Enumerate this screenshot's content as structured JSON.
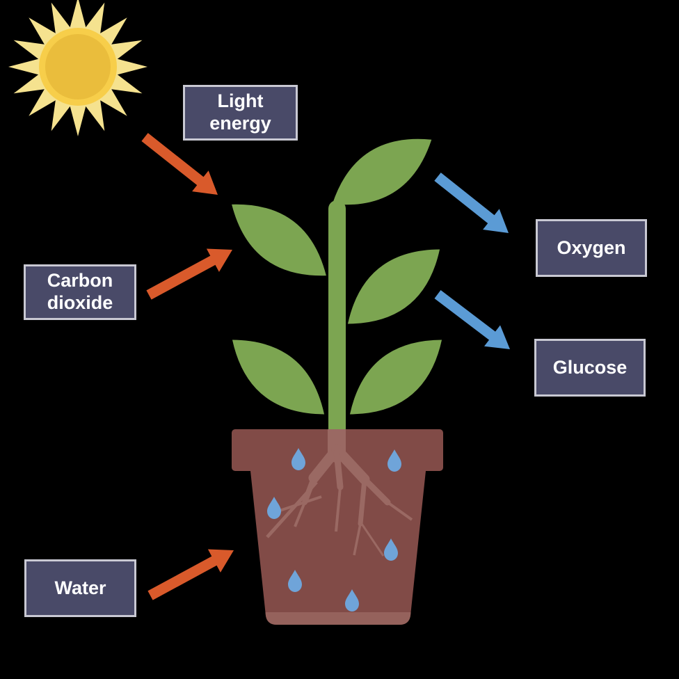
{
  "diagram": {
    "labels": {
      "light_energy": "Light\nenergy",
      "carbon_dioxide": "Carbon\ndioxide",
      "water": "Water",
      "oxygen": "Oxygen",
      "glucose": "Glucose"
    },
    "inputs": [
      "Light energy",
      "Carbon dioxide",
      "Water"
    ],
    "outputs": [
      "Oxygen",
      "Glucose"
    ]
  },
  "colors": {
    "background": "#000000",
    "box_fill": "#494A68",
    "box_border": "#C9C9D3",
    "box_text": "#FFFFFF",
    "arrow_input": "#D95A2B",
    "arrow_output": "#5B9BD5",
    "plant_green": "#7CA551",
    "pot": "#814B47",
    "pot_base": "#95625C",
    "roots": "#9A6963",
    "droplet": "#6FA4D9",
    "sun_rays": "#F5E28F",
    "sun_outer": "#F7CE4A",
    "sun_inner": "#EABD3C"
  }
}
